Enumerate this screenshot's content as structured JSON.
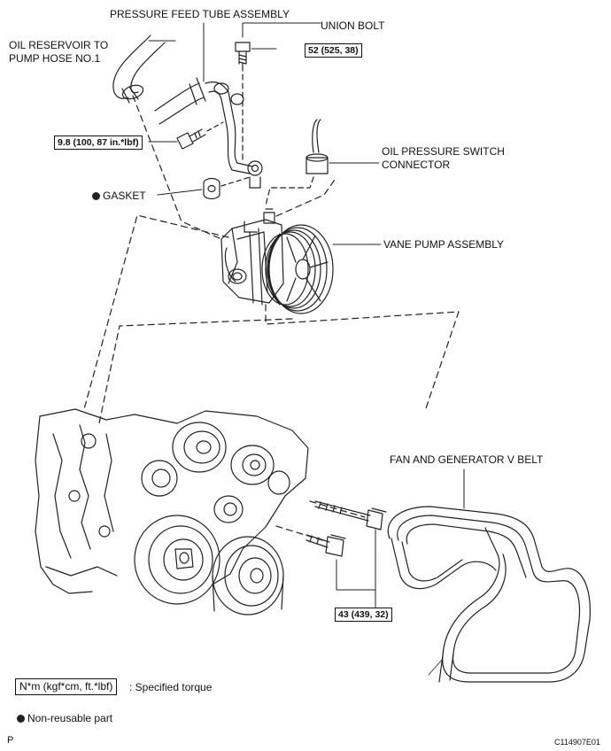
{
  "labels": {
    "pressure_feed_tube": "PRESSURE FEED TUBE ASSEMBLY",
    "union_bolt": "UNION BOLT",
    "oil_reservoir_line1": "OIL RESERVOIR TO",
    "oil_reservoir_line2": "PUMP HOSE NO.1",
    "oil_pressure_switch_line1": "OIL PRESSURE SWITCH",
    "oil_pressure_switch_line2": "CONNECTOR",
    "gasket": "GASKET",
    "vane_pump": "VANE PUMP ASSEMBLY",
    "fan_belt": "FAN AND GENERATOR V BELT"
  },
  "torques": {
    "union_bolt": "52 (525, 38)",
    "tube_bolt": "9.8 (100, 87 in.*lbf)",
    "pump_bolts": "43 (439, 32)"
  },
  "legend": {
    "torque_units": "N*m (kgf*cm, ft.*lbf)",
    "torque_desc": ": Specified torque",
    "non_reusable": "Non-reusable part"
  },
  "footer": {
    "left_code": "P",
    "figure_id": "C114907E01"
  }
}
